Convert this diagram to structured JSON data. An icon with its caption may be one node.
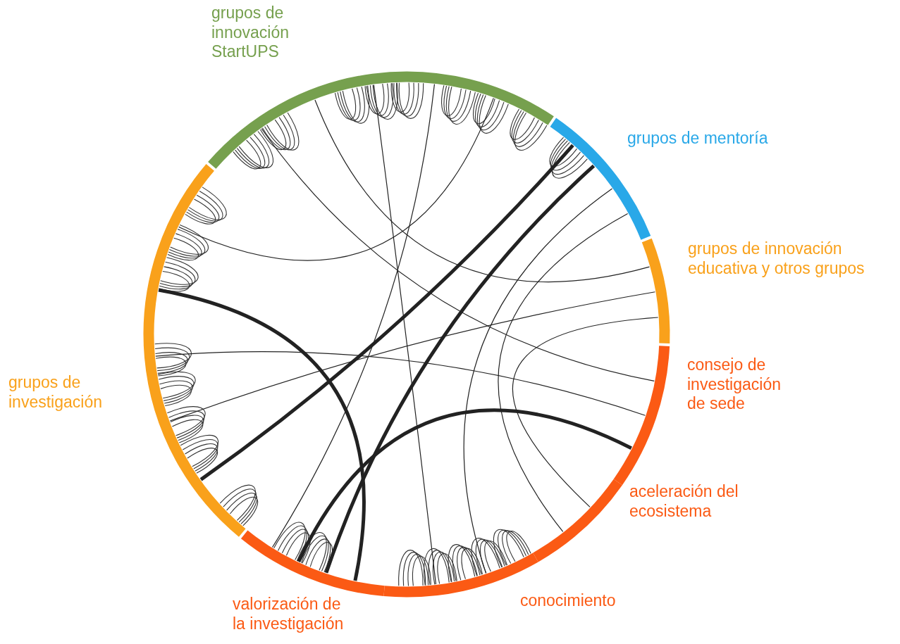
{
  "diagram": {
    "nodes": [
      {
        "text": [
          "grupos de innovación StartUPS"
        ]
      },
      {
        "text": [
          "grupos de mentoría"
        ]
      },
      {
        "text": [
          "grupos de innovación educativa y otros grupos"
        ]
      },
      {
        "text": [
          "consejo de investigación de sede"
        ]
      },
      {
        "text": [
          "aceleración del ecosistema"
        ]
      },
      {
        "text": [
          "conocimiento"
        ]
      },
      {
        "text": [
          "valorización de la investigación"
        ]
      },
      {
        "text": [
          "grupos de investigación"
        ]
      }
    ],
    "edges": [
      {
        "from": 7,
        "to": 1,
        "arrow": "none",
        "style": "thick"
      },
      {
        "from": 0,
        "to": 3,
        "arrow": "none"
      },
      {
        "from": 0,
        "to": 2,
        "arrow": "none"
      },
      {
        "from": 7,
        "to": 2,
        "arrow": "none"
      },
      {
        "from": 7,
        "to": 3,
        "arrow": "none"
      },
      {
        "from": 7,
        "to": 6,
        "arrow": "none",
        "style": "thick"
      },
      {
        "from": 1,
        "to": 6,
        "arrow": "none",
        "style": "thick"
      },
      {
        "from": 1,
        "to": 5,
        "arrow": "none"
      },
      {
        "from": 3,
        "to": 6,
        "arrow": "none",
        "style": "thick"
      },
      {
        "from": 0,
        "to": 5,
        "arrow": "none"
      },
      {
        "from": 2,
        "to": 4,
        "arrow": "none"
      },
      {
        "from": 0,
        "to": 6,
        "arrow": "none"
      },
      {
        "from": 7,
        "to": 0,
        "arrow": "none"
      },
      {
        "from": 1,
        "to": 4,
        "arrow": "none"
      }
    ]
  }
}
